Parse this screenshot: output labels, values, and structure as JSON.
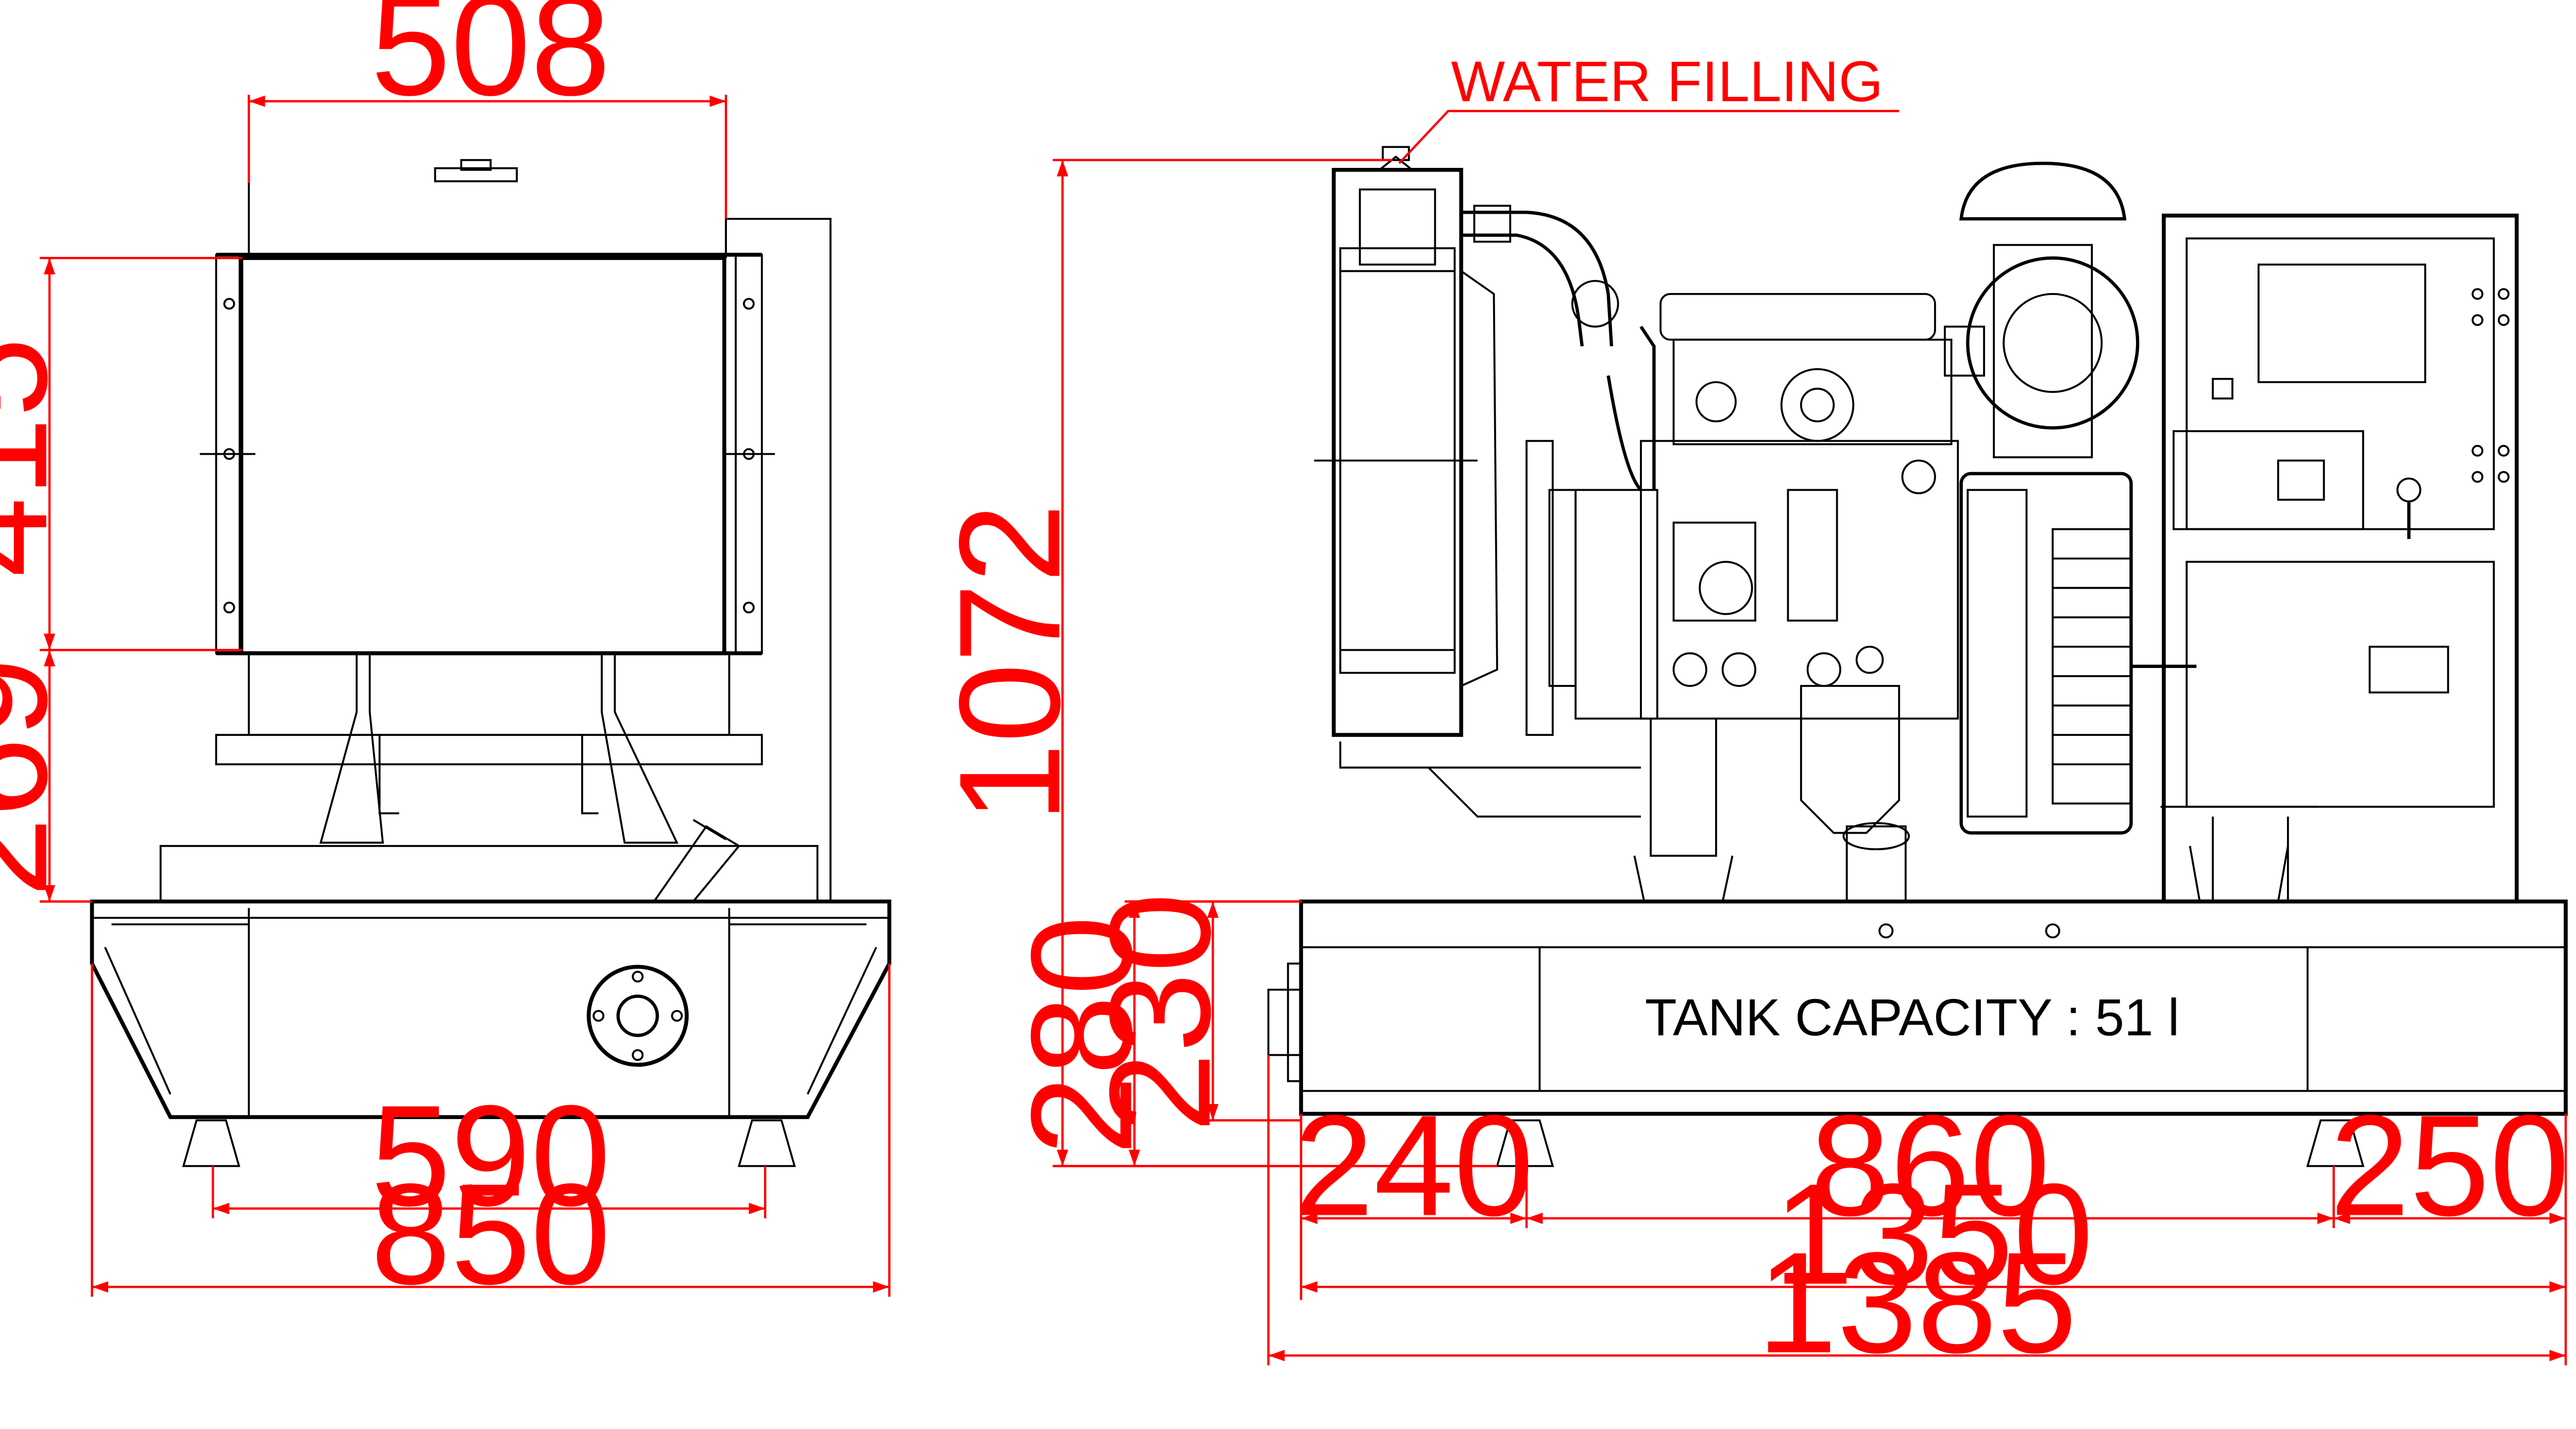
{
  "colors": {
    "dimension": "#ff0000",
    "outline": "#000000",
    "background": "#ffffff"
  },
  "labels": {
    "water_filling": "WATER FILLING",
    "tank_capacity": "TANK CAPACITY : 51 l"
  },
  "dimensions": {
    "front_radiator_width": "508",
    "front_radiator_height": "415",
    "front_lower_height": "269",
    "front_feet_spacing": "590",
    "front_total_width": "850",
    "side_total_height": "1072",
    "side_base_height": "280",
    "side_tank_height": "230",
    "side_left_offset": "240",
    "side_feet_spacing": "860",
    "side_right_offset": "250",
    "side_base_length": "1350",
    "side_total_length": "1385"
  }
}
